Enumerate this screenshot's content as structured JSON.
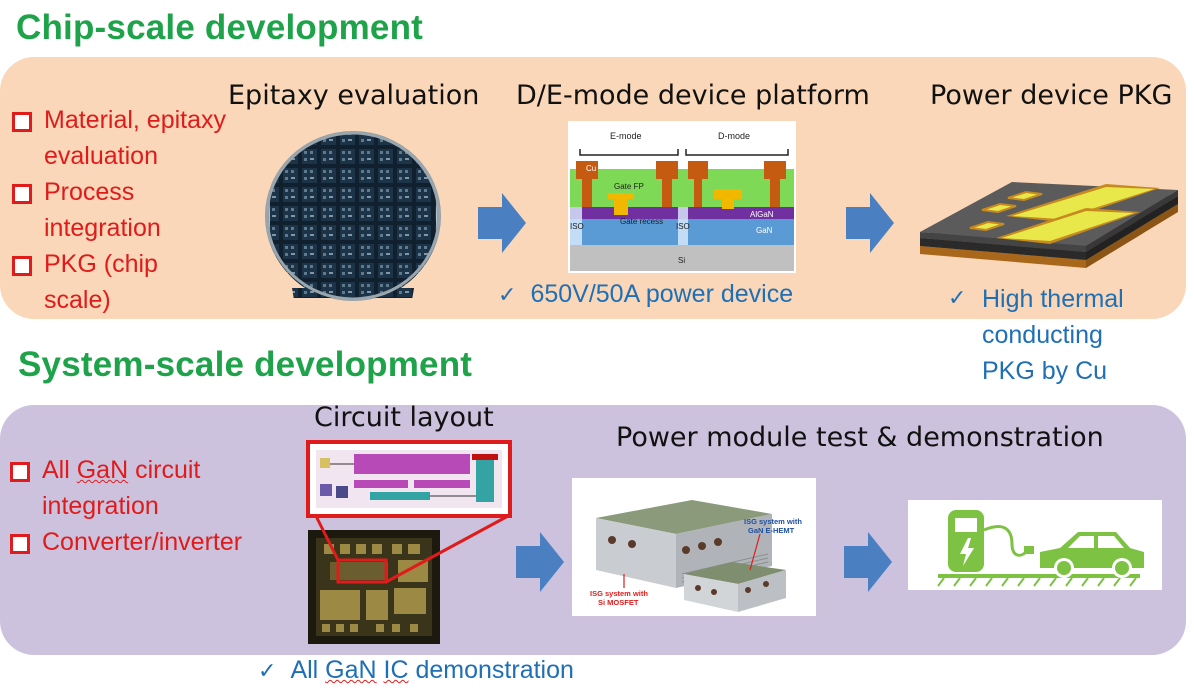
{
  "chip_section": {
    "title": "Chip-scale development",
    "bullets": [
      {
        "line1": "Material, epitaxy",
        "line2": "evaluation"
      },
      {
        "line1": "Process",
        "line2": "integration"
      },
      {
        "line1": "PKG (chip",
        "line2": "scale)"
      }
    ],
    "steps": [
      {
        "title": "Epitaxy evaluation"
      },
      {
        "title": "D/E-mode device platform",
        "note": "650V/50A power device"
      },
      {
        "title": "Power device PKG",
        "note_lines": [
          "High thermal",
          "conducting",
          "PKG by Cu"
        ]
      }
    ],
    "device_diagram": {
      "e_mode": "E-mode",
      "d_mode": "D-mode",
      "cu": "Cu",
      "gate_fp": "Gate FP",
      "gate_recess": "Gate recess",
      "iso_left": "ISO",
      "iso_right": "ISO",
      "algan": "AlGaN",
      "gan": "GaN",
      "si": "Si"
    }
  },
  "system_section": {
    "title": "System-scale development",
    "bullets": [
      {
        "line1_pre": "All ",
        "line1_sq": "GaN",
        "line1_post": " circuit",
        "line2": "integration"
      },
      {
        "line1": "Converter/inverter"
      }
    ],
    "steps": [
      {
        "title": "Circuit layout",
        "note_pre": "All ",
        "note_sq1": "GaN",
        "note_mid": " ",
        "note_sq2": "IC",
        "note_post": " demonstration"
      },
      {
        "title": "Power module test & demonstration"
      }
    ],
    "module_photo": {
      "label_gan_l1": "ISG system with",
      "label_gan_l2": "GaN E-HEMT",
      "label_si_l1": "ISG system with",
      "label_si_l2": "Si MOSFET"
    }
  },
  "colors": {
    "section_title": "#1fa34a",
    "bullet_red": "#e01b1b",
    "note_blue": "#1f6fb5",
    "arrow_blue": "#4a7fc1",
    "panel_top": "#f9d7b8",
    "panel_bottom": "#ccc2dd",
    "ev_green": "#7dc242"
  },
  "icons": [
    "square-bullet-icon",
    "check-mark-icon",
    "right-arrow-icon",
    "ev-charging-icon"
  ]
}
